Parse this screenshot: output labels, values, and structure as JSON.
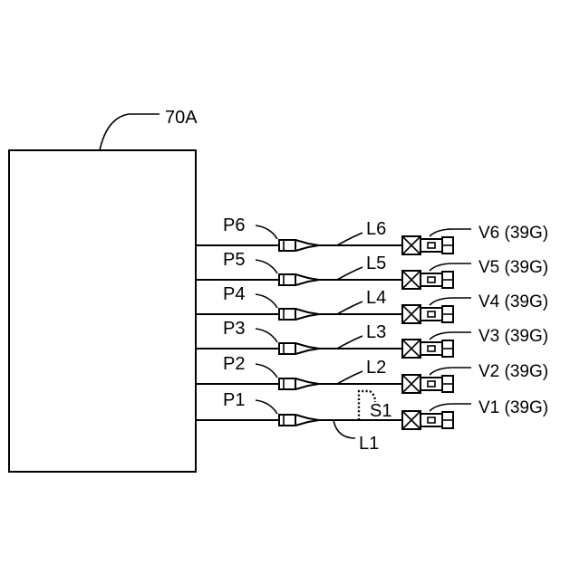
{
  "controller": {
    "label": "70A"
  },
  "channels": [
    {
      "port": "P6",
      "line": "L6",
      "valve": "V6",
      "group": "(39G)"
    },
    {
      "port": "P5",
      "line": "L5",
      "valve": "V5",
      "group": "(39G)"
    },
    {
      "port": "P4",
      "line": "L4",
      "valve": "V4",
      "group": "(39G)"
    },
    {
      "port": "P3",
      "line": "L3",
      "valve": "V3",
      "group": "(39G)"
    },
    {
      "port": "P2",
      "line": "L2",
      "valve": "V2",
      "group": "(39G)"
    },
    {
      "port": "P1",
      "line": "L1",
      "valve": "V1",
      "group": "(39G)"
    }
  ],
  "sensor": {
    "label": "S1"
  }
}
